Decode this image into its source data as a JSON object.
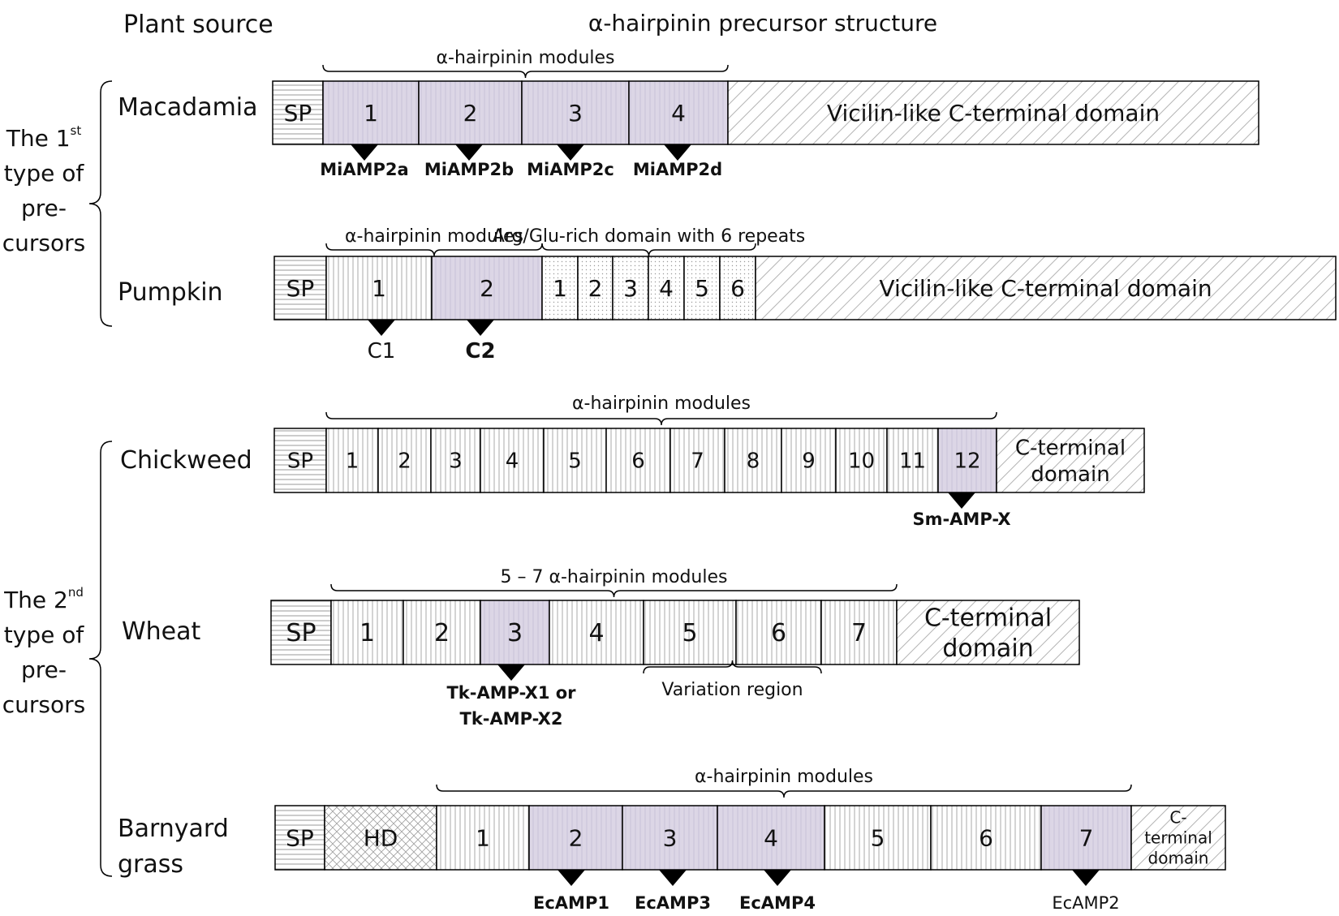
{
  "header": {
    "plant_source": "Plant source",
    "structure": "α-hairpinin precursor structure"
  },
  "groups": [
    {
      "lines": [
        "The 1",
        "type of",
        "pre-",
        "cursors"
      ],
      "superscript": "st"
    },
    {
      "lines": [
        "The 2",
        "type of",
        "pre-",
        "cursors"
      ],
      "superscript": "nd"
    }
  ],
  "colors": {
    "module_highlight": "#dcd6e6",
    "outline": "#000000",
    "background": "#ffffff"
  },
  "rows": [
    {
      "plant": [
        "Macadamia"
      ],
      "segments": [
        {
          "label": "SP",
          "pattern": "horizontal"
        },
        {
          "label": "1",
          "pattern": "highlight"
        },
        {
          "label": "2",
          "pattern": "highlight"
        },
        {
          "label": "3",
          "pattern": "highlight"
        },
        {
          "label": "4",
          "pattern": "highlight"
        },
        {
          "label": "Vicilin-like C-terminal domain",
          "pattern": "diagonal"
        }
      ],
      "braces": [
        {
          "label": "α-hairpinin modules"
        }
      ],
      "markers": [
        {
          "label": "MiAMP2a",
          "bold": true
        },
        {
          "label": "MiAMP2b",
          "bold": true
        },
        {
          "label": "MiAMP2c",
          "bold": true
        },
        {
          "label": "MiAMP2d",
          "bold": true
        }
      ]
    },
    {
      "plant": [
        "Pumpkin"
      ],
      "segments": [
        {
          "label": "SP",
          "pattern": "horizontal"
        },
        {
          "label": "1",
          "pattern": "vertical"
        },
        {
          "label": "2",
          "pattern": "highlight"
        },
        {
          "label": "1",
          "pattern": "dots"
        },
        {
          "label": "2",
          "pattern": "dots"
        },
        {
          "label": "3",
          "pattern": "dots"
        },
        {
          "label": "4",
          "pattern": "dots"
        },
        {
          "label": "5",
          "pattern": "dots"
        },
        {
          "label": "6",
          "pattern": "dots"
        },
        {
          "label": "Vicilin-like C-terminal domain",
          "pattern": "diagonal"
        }
      ],
      "braces": [
        {
          "label": "α-hairpinin modules"
        },
        {
          "label": "Arg/Glu-rich domain with 6 repeats"
        }
      ],
      "markers": [
        {
          "label": "C1",
          "bold": false
        },
        {
          "label": "C2",
          "bold": true
        }
      ]
    },
    {
      "plant": [
        "Chickweed"
      ],
      "segments": [
        {
          "label": "SP",
          "pattern": "horizontal"
        },
        {
          "label": "1",
          "pattern": "vertical"
        },
        {
          "label": "2",
          "pattern": "vertical"
        },
        {
          "label": "3",
          "pattern": "vertical"
        },
        {
          "label": "4",
          "pattern": "vertical"
        },
        {
          "label": "5",
          "pattern": "vertical"
        },
        {
          "label": "6",
          "pattern": "vertical"
        },
        {
          "label": "7",
          "pattern": "vertical"
        },
        {
          "label": "8",
          "pattern": "vertical"
        },
        {
          "label": "9",
          "pattern": "vertical"
        },
        {
          "label": "10",
          "pattern": "vertical"
        },
        {
          "label": "11",
          "pattern": "vertical"
        },
        {
          "label": "12",
          "pattern": "highlight"
        },
        {
          "label": "C-terminal\ndomain",
          "pattern": "diagonal"
        }
      ],
      "braces": [
        {
          "label": "α-hairpinin modules"
        }
      ],
      "markers": [
        {
          "label": "Sm-AMP-X",
          "bold": true
        }
      ]
    },
    {
      "plant": [
        "Wheat"
      ],
      "segments": [
        {
          "label": "SP",
          "pattern": "horizontal"
        },
        {
          "label": "1",
          "pattern": "vertical"
        },
        {
          "label": "2",
          "pattern": "vertical"
        },
        {
          "label": "3",
          "pattern": "highlight"
        },
        {
          "label": "4",
          "pattern": "vertical"
        },
        {
          "label": "5",
          "pattern": "vertical"
        },
        {
          "label": "6",
          "pattern": "vertical"
        },
        {
          "label": "7",
          "pattern": "vertical"
        },
        {
          "label": "C-terminal\ndomain",
          "pattern": "diagonal"
        }
      ],
      "braces": [
        {
          "label": "5 – 7 α-hairpinin modules"
        },
        {
          "label": "Variation region"
        }
      ],
      "markers": [
        {
          "label": "Tk-AMP-X1 or\nTk-AMP-X2",
          "bold": true
        }
      ]
    },
    {
      "plant": [
        "Barnyard",
        "grass"
      ],
      "segments": [
        {
          "label": "SP",
          "pattern": "horizontal"
        },
        {
          "label": "HD",
          "pattern": "cross"
        },
        {
          "label": "1",
          "pattern": "vertical"
        },
        {
          "label": "2",
          "pattern": "highlight"
        },
        {
          "label": "3",
          "pattern": "highlight"
        },
        {
          "label": "4",
          "pattern": "highlight"
        },
        {
          "label": "5",
          "pattern": "vertical"
        },
        {
          "label": "6",
          "pattern": "vertical"
        },
        {
          "label": "7",
          "pattern": "highlight"
        },
        {
          "label": "C-\nterminal\ndomain",
          "pattern": "diagonal"
        }
      ],
      "braces": [
        {
          "label": "α-hairpinin modules"
        }
      ],
      "markers": [
        {
          "label": "EcAMP1",
          "bold": true
        },
        {
          "label": "EcAMP3",
          "bold": true
        },
        {
          "label": "EcAMP4",
          "bold": true
        },
        {
          "label": "EcAMP2",
          "bold": false
        }
      ]
    }
  ]
}
